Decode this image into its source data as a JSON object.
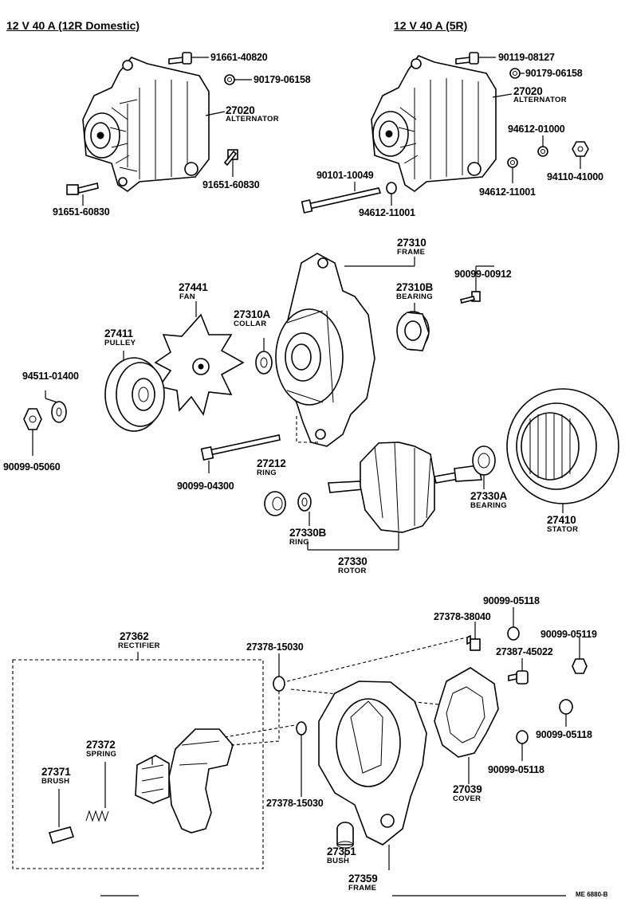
{
  "headers": {
    "left": "12 V 40 A (12R Domestic)",
    "right": "12 V 40 A (5R)"
  },
  "labels": {
    "p91661_40820": "91661-40820",
    "p90179_06158_l": "90179-06158",
    "p27020_l": "27020",
    "alternator_l": "ALTERNATOR",
    "p91651_60830_r": "91651-60830",
    "p91651_60830_l": "91651-60830",
    "p90119_08127": "90119-08127",
    "p90179_06158_r": "90179-06158",
    "p27020_r": "27020",
    "alternator_r": "ALTERNATOR",
    "p94612_01000": "94612-01000",
    "p94110_41000": "94110-41000",
    "p90101_10049": "90101-10049",
    "p94612_11001_r": "94612-11001",
    "p94612_11001_l": "94612-11001",
    "p27310": "27310",
    "frame_top": "FRAME",
    "p90099_00912": "90099-00912",
    "p27310B": "27310B",
    "bearing_top": "BEARING",
    "p27441": "27441",
    "fan": "FAN",
    "p27310A": "27310A",
    "collar": "COLLAR",
    "p27411": "27411",
    "pulley": "PULLEY",
    "p94511_01400": "94511-01400",
    "p90099_05060": "90099-05060",
    "p90099_04300": "90099-04300",
    "p27212": "27212",
    "ring_a": "RING",
    "p27330B": "27330B",
    "ring_b": "RING",
    "p27330": "27330",
    "rotor": "ROTOR",
    "p27330A": "27330A",
    "bearing_mid": "BEARING",
    "p27410": "27410",
    "stator": "STATOR",
    "p27362": "27362",
    "rectifier": "RECTIFIER",
    "p27372": "27372",
    "spring": "SPRING",
    "p27371": "27371",
    "brush": "BRUSH",
    "p27378_15030_top": "27378-15030",
    "p27378_15030_bot": "27378-15030",
    "p27351": "27351",
    "bush": "BUSH",
    "p27359": "27359",
    "frame_bot": "FRAME",
    "p90099_05118_a": "90099-05118",
    "p27378_38040": "27378-38040",
    "p90099_05119": "90099-05119",
    "p27387_45022": "27387-45022",
    "p90099_05118_b": "90099-05118",
    "p90099_05118_c": "90099-05118",
    "p27039": "27039",
    "cover": "COVER"
  },
  "footer_code": "ME 6880-B"
}
